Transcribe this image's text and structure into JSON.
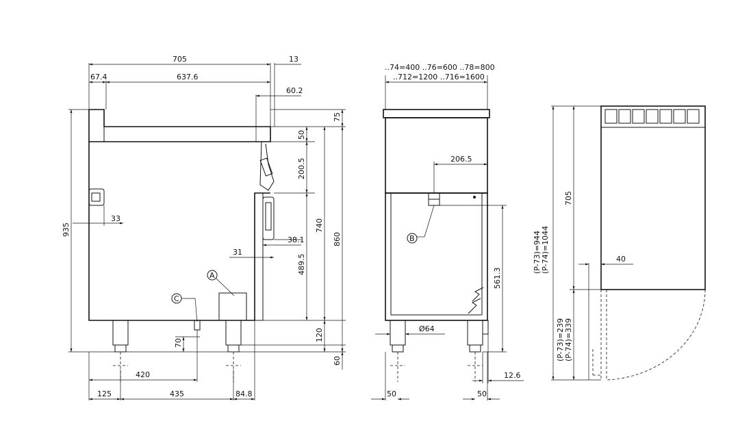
{
  "side_view": {
    "dims": {
      "d705": "705",
      "d13": "13",
      "d67_4": "67.4",
      "d637_6": "637.6",
      "d60_2": "60.2",
      "d75": "75",
      "d50": "50",
      "d200_5": "200.5",
      "d740": "740",
      "d860": "860",
      "d935": "935",
      "d33": "33",
      "d38_1": "38.1",
      "d31": "31",
      "d489_5": "489.5",
      "d120": "120",
      "d60": "60",
      "d70": "70",
      "d420": "420",
      "d125": "125",
      "d435": "435",
      "d84_8": "84.8"
    },
    "labels": {
      "A": "A",
      "C": "C"
    }
  },
  "front_view": {
    "dims": {
      "width_line1": "..74=400  ..76=600  ..78=800",
      "width_line2": "..712=1200  ..716=1600",
      "d206_5": "206.5",
      "d561_3": "561.3",
      "d64": "Ø64",
      "d12_6": "12.6",
      "d50_left": "50",
      "d50_right": "50"
    },
    "labels": {
      "B": "B"
    }
  },
  "top_view": {
    "dims": {
      "d705": "705",
      "d40": "40",
      "p944": "(P-73)=944",
      "p1044": "(P-74)=1044",
      "p239": "(P-73)=239",
      "p339": "(P-74)=339"
    }
  }
}
